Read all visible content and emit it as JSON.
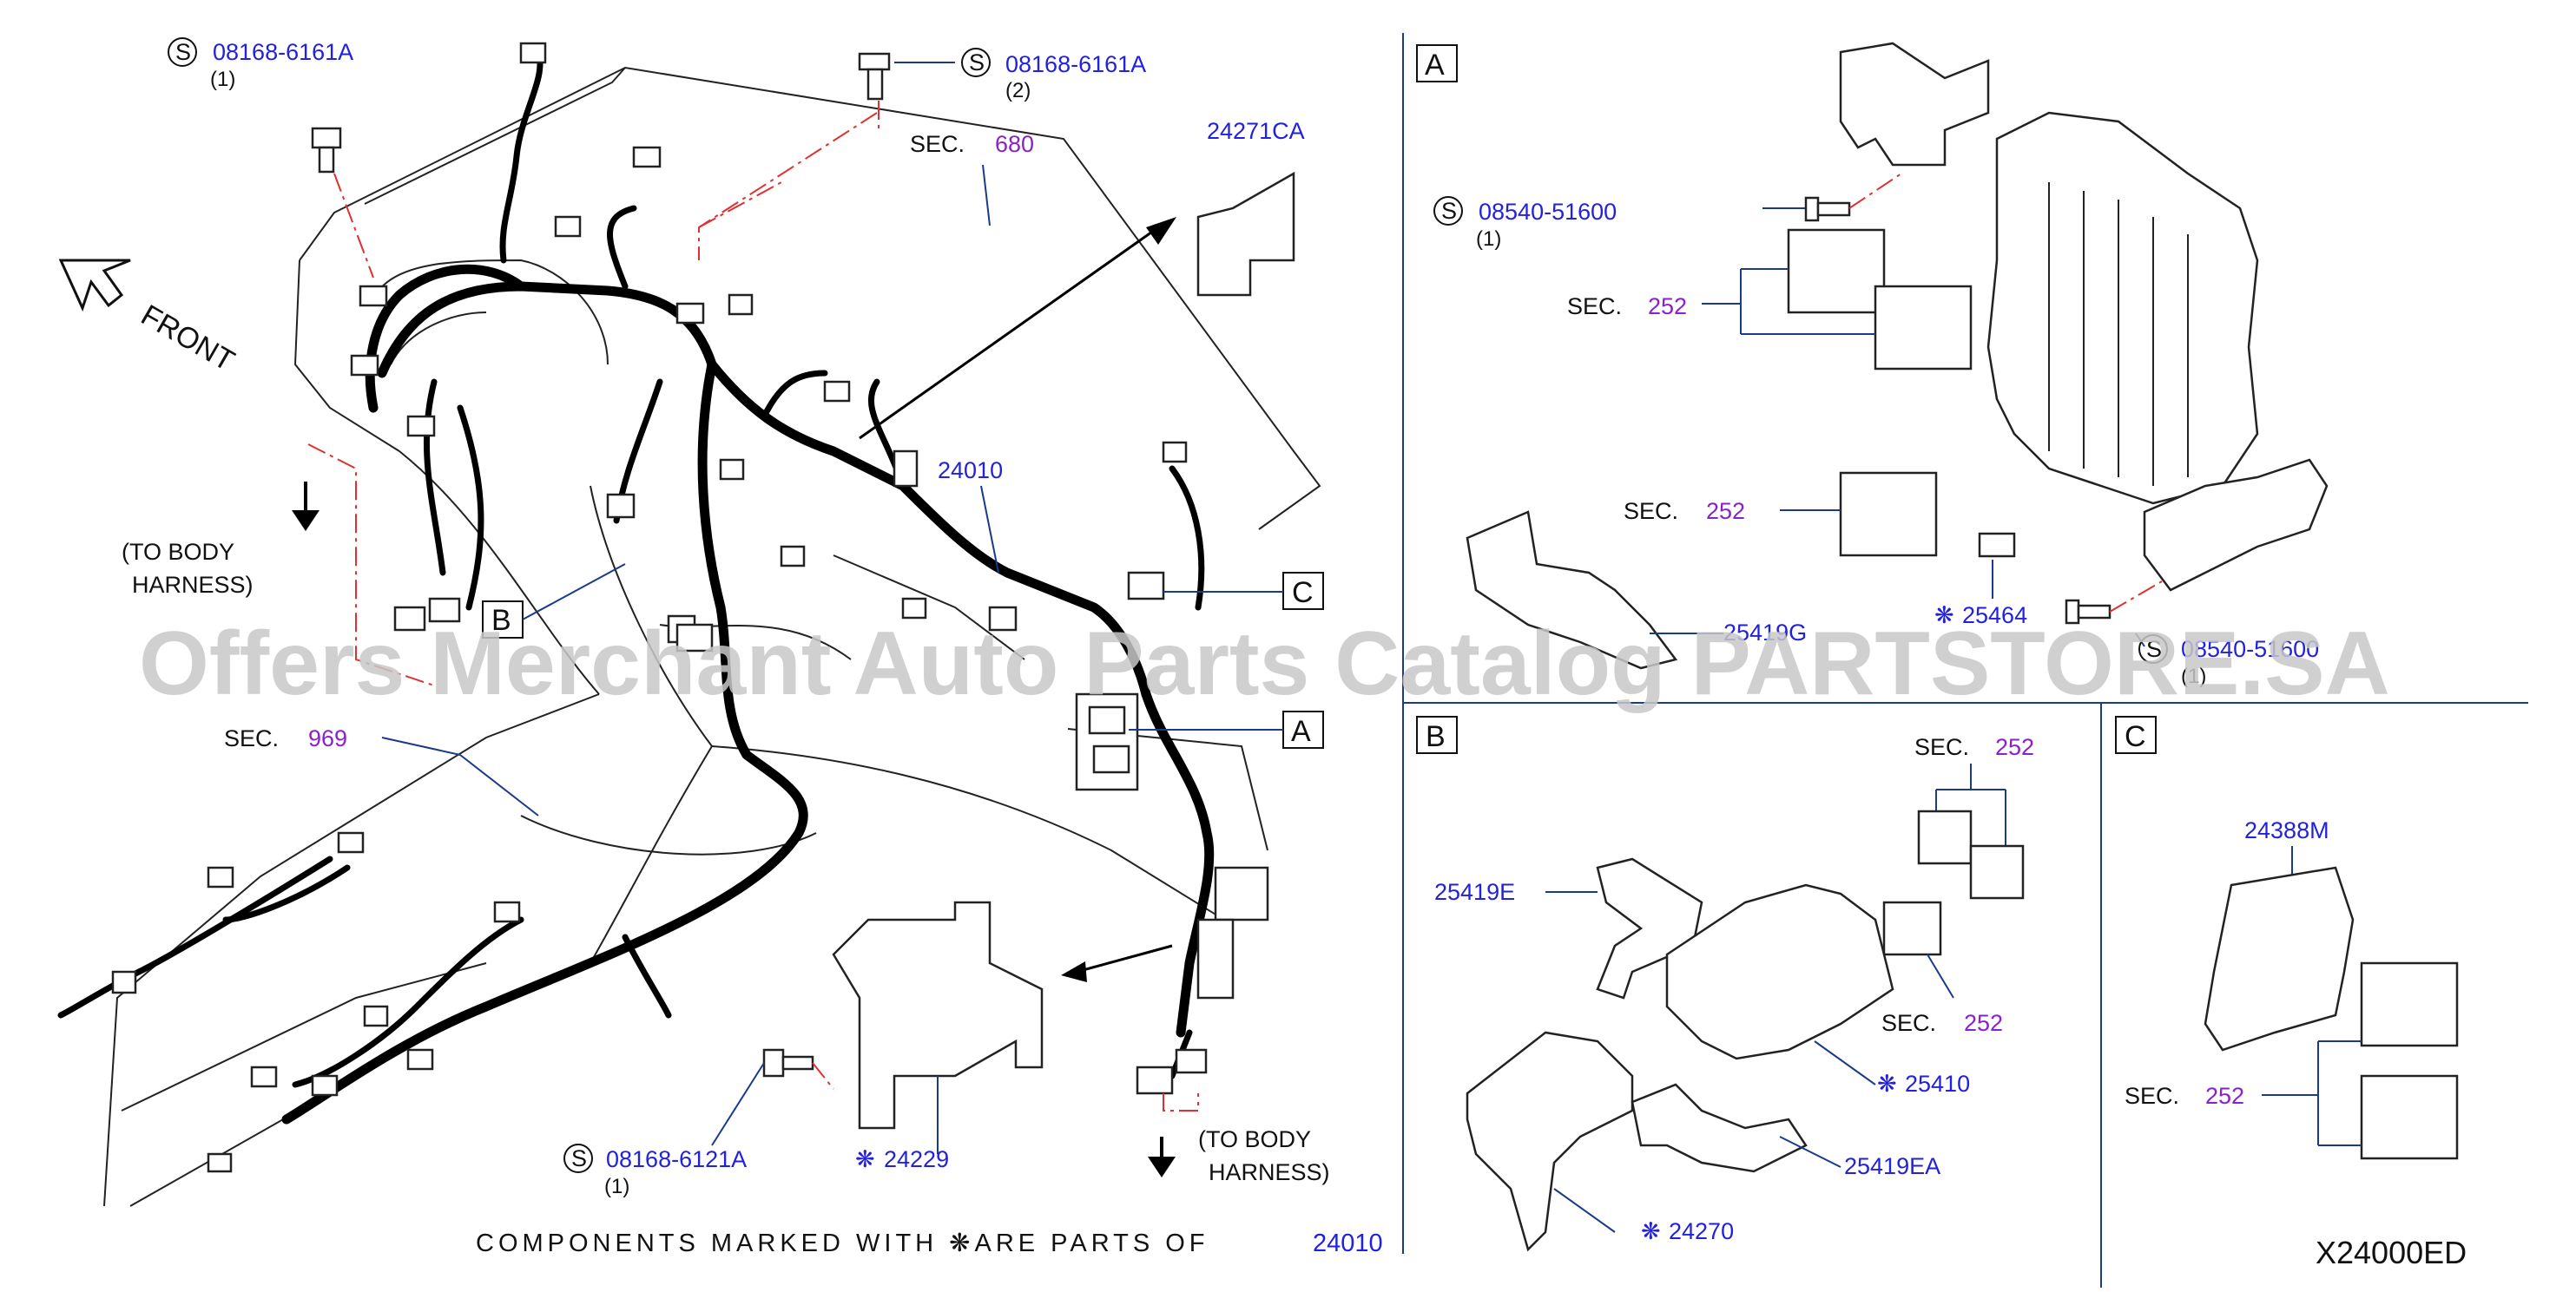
{
  "top_left": {
    "bolt1": {
      "part": "08168-6161A",
      "qty": "(1)",
      "s": "S"
    },
    "bolt2": {
      "part": "08168-6161A",
      "qty": "(2)",
      "s": "S"
    },
    "sec680": {
      "prefix": "SEC.",
      "num": "680"
    },
    "clip": {
      "part": "24271CA"
    },
    "front": "FRONT",
    "to_body_left": [
      "(TO  BODY",
      "HARNESS)"
    ],
    "callout_b": "B",
    "main_harness": {
      "part": "24010"
    },
    "callout_c": "C",
    "callout_a": "A",
    "sec969": {
      "prefix": "SEC.",
      "num": "969"
    },
    "bracket_part": {
      "part": "24229",
      "mark": "❋"
    },
    "bolt3": {
      "part": "08168-6121A",
      "qty": "(1)",
      "s": "S"
    },
    "to_body_right": [
      "(TO   BODY",
      "HARNESS)"
    ],
    "note": {
      "text": "COMPONENTS  MARKED  WITH   ❋ARE  PARTS  OF",
      "part": "24010"
    }
  },
  "panel_a": {
    "label": "A",
    "screw1": {
      "part": "08540-51600",
      "qty": "(1)",
      "s": "S"
    },
    "sec1": {
      "prefix": "SEC.",
      "num": "252"
    },
    "sec2": {
      "prefix": "SEC.",
      "num": "252"
    },
    "fuse": {
      "part": "25464",
      "mark": "❋"
    },
    "bracket": {
      "part": "25419G"
    },
    "screw2": {
      "part": "08540-51600",
      "qty": "(1)",
      "s": "S"
    }
  },
  "panel_b": {
    "label": "B",
    "sec1": {
      "prefix": "SEC.",
      "num": "252"
    },
    "bracket_e": {
      "part": "25419E"
    },
    "sec2": {
      "prefix": "SEC.",
      "num": "252"
    },
    "block": {
      "part": "25410",
      "mark": "❋"
    },
    "bracket_ea": {
      "part": "25419EA"
    },
    "cover": {
      "part": "24270",
      "mark": "❋"
    }
  },
  "panel_c": {
    "label": "C",
    "bracket": {
      "part": "24388M"
    },
    "sec": {
      "prefix": "SEC.",
      "num": "252"
    }
  },
  "reference": "X24000ED",
  "watermark": "Offers Merchant Auto Parts Catalog PARTSTORE.SA"
}
